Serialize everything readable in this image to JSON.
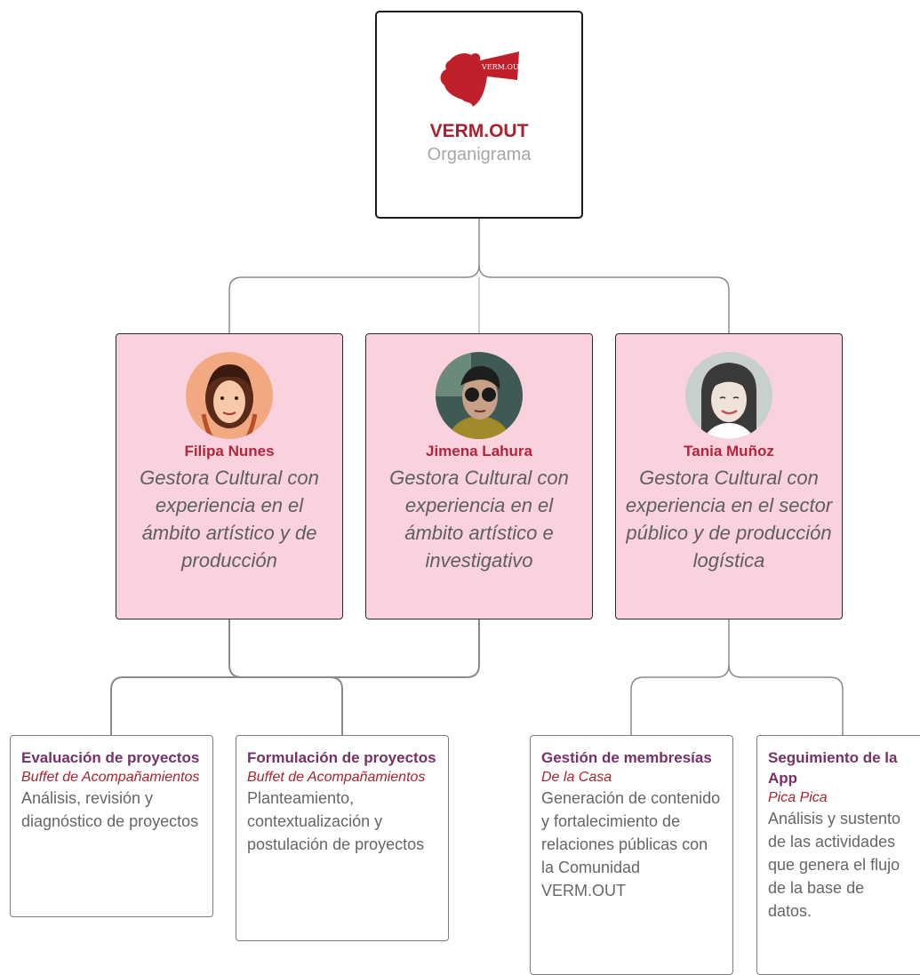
{
  "root": {
    "logo_text": "VERM.OUT",
    "title": "VERM.OUT",
    "subtitle": "Organigrama"
  },
  "members": [
    {
      "name": "Filipa Nunes",
      "role": "Gestora Cultural con experiencia en el ámbito artístico y de producción",
      "avatar_icon": "illustrated-portrait-icon"
    },
    {
      "name": "Jimena Lahura",
      "role": "Gestora Cultural con experiencia en el ámbito artístico e investigativo",
      "avatar_icon": "portrait-sunglasses-icon"
    },
    {
      "name": "Tania Muñoz",
      "role": "Gestora Cultural con experiencia en el sector público y de producción logística",
      "avatar_icon": "sketch-portrait-icon"
    }
  ],
  "tasks": [
    {
      "title": "Evaluación de proyectos",
      "program": "Buffet de Acompañamientos",
      "description": "Análisis, revisión y diagnóstico de proyectos"
    },
    {
      "title": "Formulación de proyectos",
      "program": "Buffet de Acompañamientos",
      "description": "Planteamiento, contextualización y postulación de proyectos"
    },
    {
      "title": "Gestión de membresías",
      "program": "De la Casa",
      "description": "Generación de contenido y fortalecimiento de relaciones públicas con la Comunidad VERM.OUT"
    },
    {
      "title": "Seguimiento de la App",
      "program": "Pica Pica",
      "description": "Análisis y sustento de las actividades que genera el flujo de la base de datos."
    }
  ],
  "colors": {
    "brand_red": "#a8232e",
    "member_name": "#b4243a",
    "member_card_bg": "#f9d2de",
    "task_title": "#76306a",
    "connector": "#8a8a8a"
  }
}
